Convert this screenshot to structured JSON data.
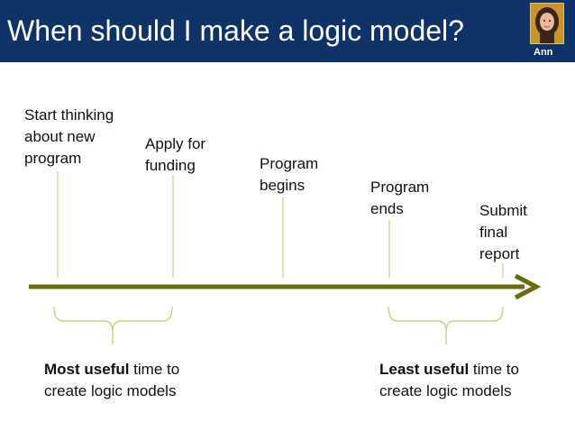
{
  "header": {
    "title": "When should I make a logic model?",
    "avatar_caption": "Ann"
  },
  "milestones": [
    {
      "label": "Start thinking\nabout new\nprogram"
    },
    {
      "label": "Apply for\nfunding"
    },
    {
      "label": "Program\nbegins"
    },
    {
      "label": "Program\nends"
    },
    {
      "label": "Submit\nfinal\nreport"
    }
  ],
  "notes": {
    "most": {
      "bold": "Most useful",
      "rest": " time to",
      "line2": "create logic models"
    },
    "least": {
      "bold": "Least useful",
      "rest": " time to",
      "line2": "create logic models"
    }
  },
  "colors": {
    "header_bg": "#0f3366",
    "timeline": "#6b6b12",
    "guide_lines": "#c6d38a"
  }
}
